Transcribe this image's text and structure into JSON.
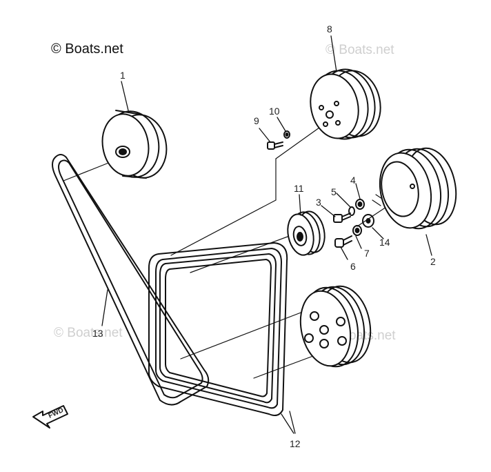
{
  "watermarks": {
    "main": "© Boats.net",
    "faint_top_right": "© Boats.net",
    "faint_mid_left": "© Boats.net",
    "faint_mid_right": "© Boats.net"
  },
  "callouts": {
    "p1": "1",
    "p2": "2",
    "p3": "3",
    "p4": "4",
    "p5": "5",
    "p6": "6",
    "p7": "7",
    "p8": "8",
    "p9": "9",
    "p10": "10",
    "p11": "11",
    "p12": "12",
    "p13": "13",
    "p14": "14"
  },
  "fwd_label": "FWD"
}
